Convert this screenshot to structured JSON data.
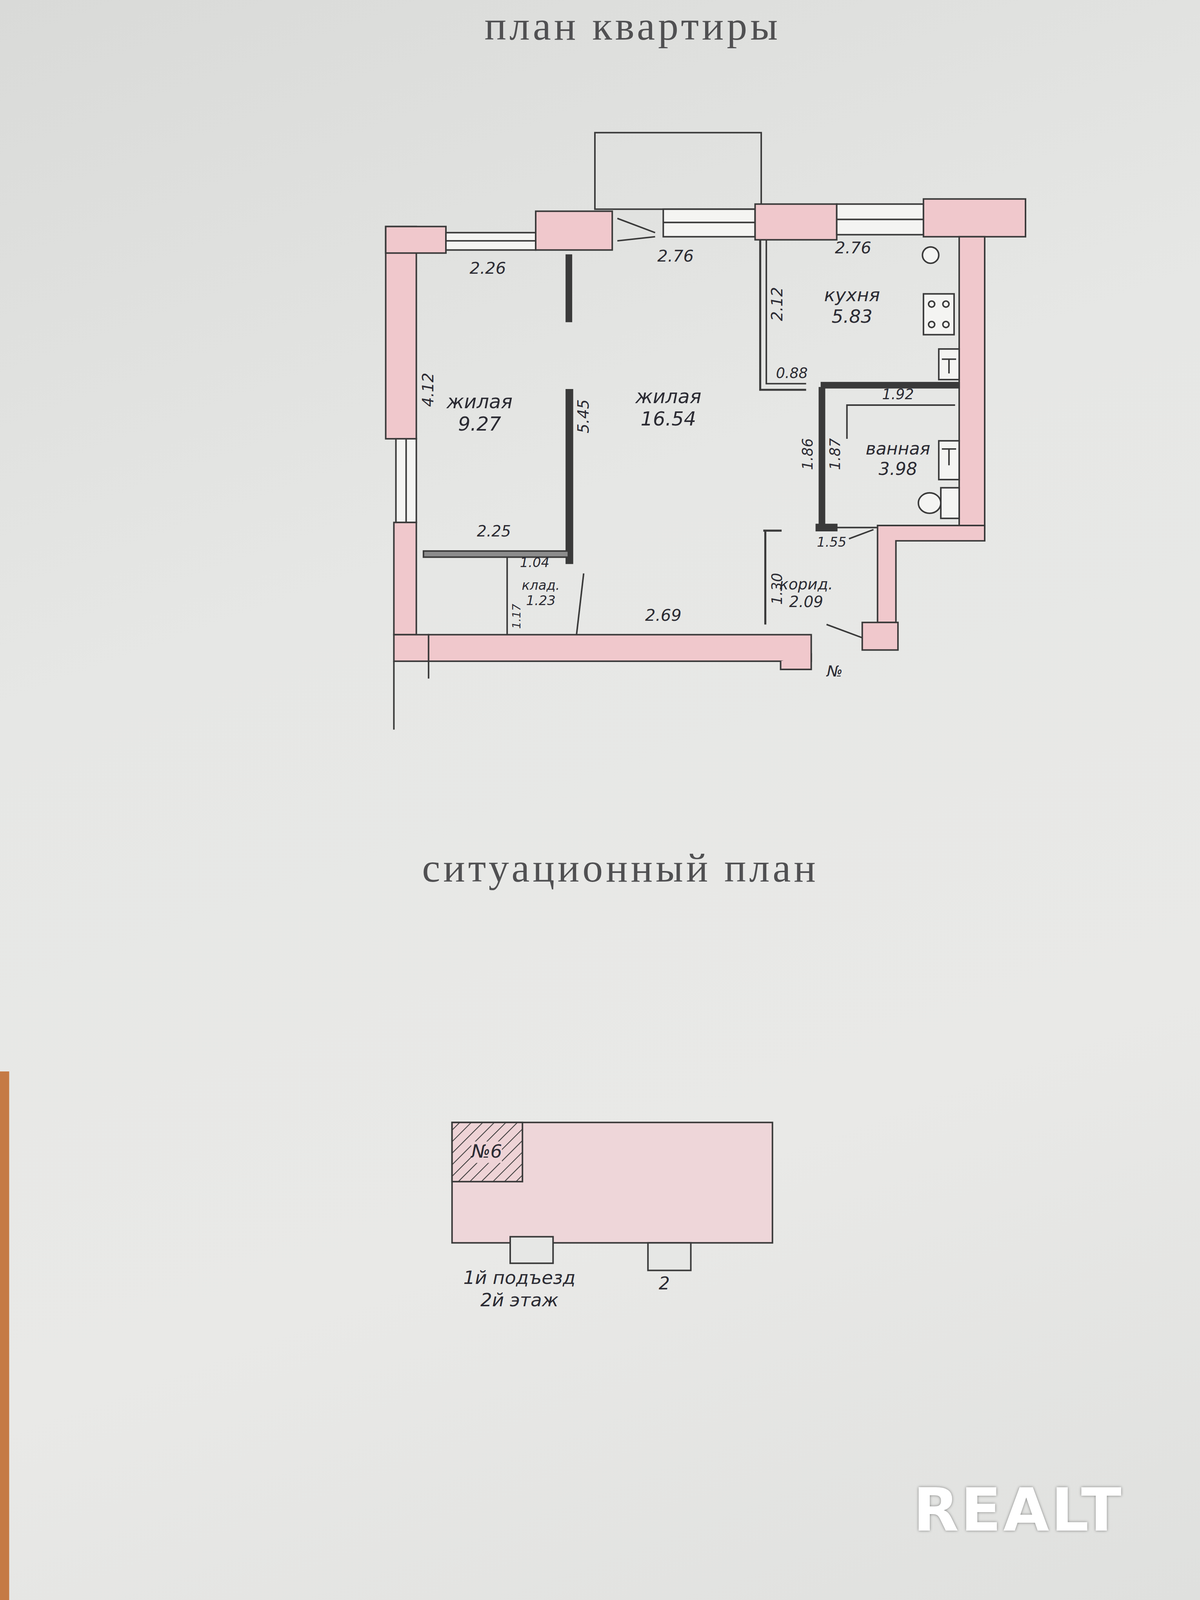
{
  "diagram": {
    "title": "план квартиры",
    "caption": "ситуационный план",
    "nodes": [
      {
        "text": [
          "жилая",
          "9.27"
        ]
      },
      {
        "text": [
          "жилая",
          "16.54"
        ]
      },
      {
        "text": [
          "кухня",
          "5.83"
        ]
      },
      {
        "text": [
          "ванная",
          "3.98"
        ]
      },
      {
        "text": [
          "клад.",
          "1.23"
        ]
      },
      {
        "text": [
          "корид.",
          "2.09"
        ]
      },
      {
        "text": [
          "№6"
        ]
      }
    ],
    "labels": [
      "2.26",
      "2.76",
      "2.76",
      "2.12",
      "4.12",
      "5.45",
      "0.88",
      "1.92",
      "1.86",
      "1.87",
      "2.25",
      "1.04",
      "1.17",
      "1.55",
      "1.30",
      "2.69",
      "№",
      "1й подъезд",
      "2й этаж",
      "2",
      "REALT"
    ]
  }
}
